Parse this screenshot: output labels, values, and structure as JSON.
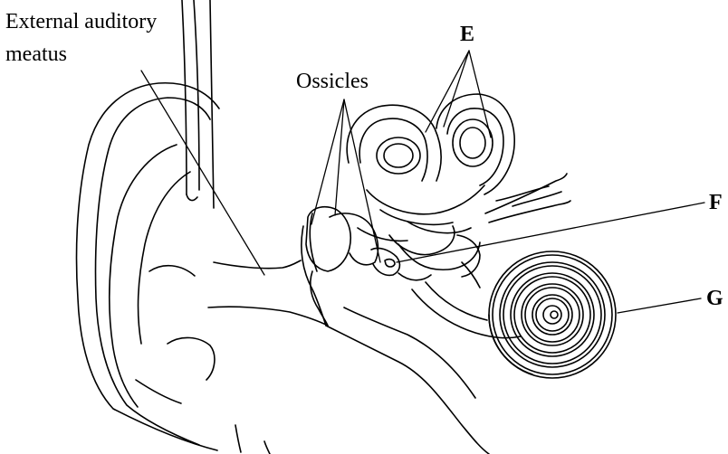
{
  "labels": {
    "external_auditory_meatus": "External auditory meatus",
    "ossicles": "Ossicles",
    "E": "E",
    "F": "F",
    "G": "G"
  },
  "colors": {
    "ink": "#000000",
    "background": "#ffffff"
  }
}
